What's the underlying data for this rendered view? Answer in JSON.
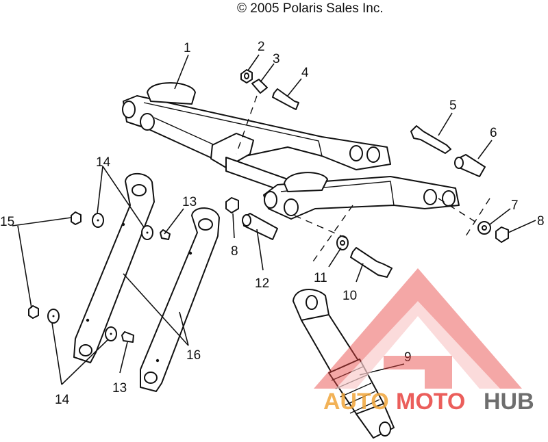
{
  "copyright": "© 2005 Polaris Sales Inc.",
  "callouts": {
    "c1": "1",
    "c2": "2",
    "c3": "3",
    "c4": "4",
    "c5": "5",
    "c6": "6",
    "c7": "7",
    "c8a": "8",
    "c8b": "8",
    "c9": "9",
    "c10": "10",
    "c11": "11",
    "c12": "12",
    "c13a": "13",
    "c13b": "13",
    "c14a": "14",
    "c14b": "14",
    "c15": "15",
    "c16": "16"
  },
  "watermark": {
    "part1": "AUTO",
    "part2": "MOTO",
    "part3": "HUB",
    "color_primary": "#e8423f",
    "color_accent": "#f0a53a",
    "color_dark": "#555555"
  }
}
